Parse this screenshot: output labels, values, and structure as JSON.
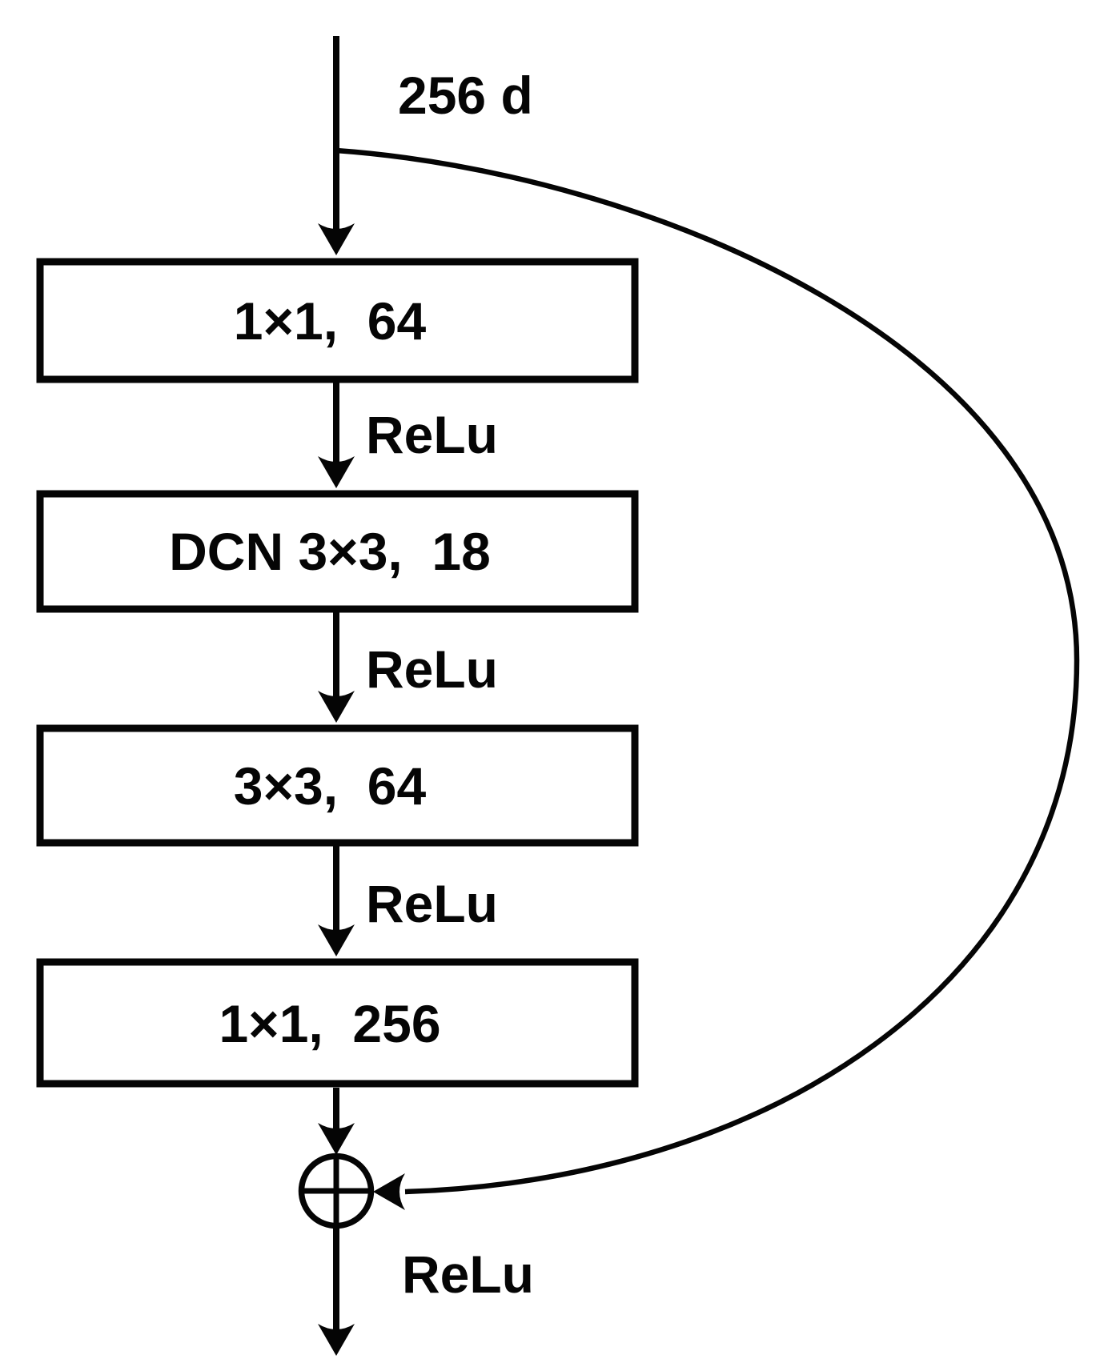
{
  "diagram": {
    "input_label": "256 d",
    "layers": [
      {
        "label": "1×1,  64"
      },
      {
        "label": "DCN 3×3,  18"
      },
      {
        "label": "3×3,  64"
      },
      {
        "label": "1×1,  256"
      }
    ],
    "relu_labels": [
      "ReLu",
      "ReLu",
      "ReLu",
      "ReLu"
    ],
    "add_symbol": "plus-in-circle",
    "colors": {
      "line": "#050505",
      "background": "#ffffff",
      "box_fill": "#ffffff"
    }
  }
}
